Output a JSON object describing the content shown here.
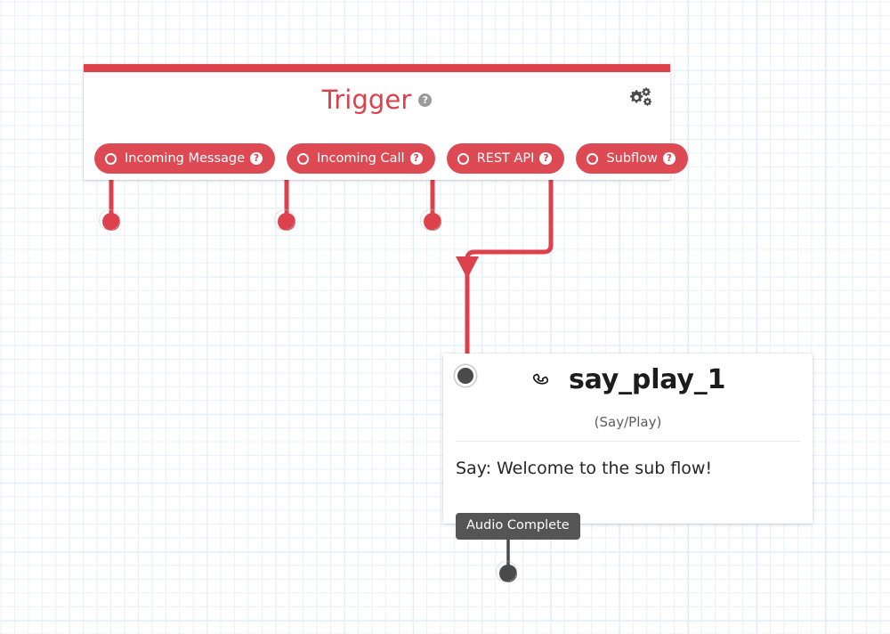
{
  "canvas": {
    "grid_minor_color": "#e8f1fb",
    "grid_major_color": "#d7e7f7",
    "background": "#ffffff"
  },
  "trigger_panel": {
    "accent_color": "#dc414c",
    "title": "Trigger",
    "title_help_icon": "help-icon",
    "title_help_glyph": "?",
    "settings_icon": "gears-icon",
    "pills": [
      {
        "label": "Incoming Message",
        "port_icon": "circle-port-icon",
        "help_glyph": "?"
      },
      {
        "label": "Incoming Call",
        "port_icon": "circle-port-icon",
        "help_glyph": "?"
      },
      {
        "label": "REST API",
        "port_icon": "circle-port-icon",
        "help_glyph": "?"
      },
      {
        "label": "Subflow",
        "port_icon": "circle-port-icon",
        "help_glyph": "?"
      }
    ]
  },
  "node": {
    "title": "say_play_1",
    "title_icon": "phone-handset-icon",
    "subtitle": "(Say/Play)",
    "body_text": "Say: Welcome to the sub flow!",
    "in_port_icon": "node-input-port-icon",
    "outlet_label": "Audio Complete",
    "card_color": "#ffffff"
  },
  "endpoints": {
    "unconnected_color": "#dc414c",
    "connected_color": "#4a4a4a",
    "items": [
      {
        "name": "incoming-message-endpoint",
        "state": "open"
      },
      {
        "name": "incoming-call-endpoint",
        "state": "open"
      },
      {
        "name": "rest-api-endpoint",
        "state": "open"
      },
      {
        "name": "audio-complete-endpoint",
        "state": "open"
      }
    ]
  },
  "edges": {
    "color": "#dc414c",
    "dark_color": "#4a4a4a",
    "connections": [
      {
        "from": "incoming-message-trigger",
        "to": "incoming-message-endpoint"
      },
      {
        "from": "incoming-call-trigger",
        "to": "incoming-call-endpoint"
      },
      {
        "from": "rest-api-trigger",
        "to": "rest-api-endpoint"
      },
      {
        "from": "subflow-trigger",
        "to": "say_play_1"
      },
      {
        "from": "audio-complete-outlet",
        "to": "audio-complete-endpoint"
      }
    ]
  }
}
